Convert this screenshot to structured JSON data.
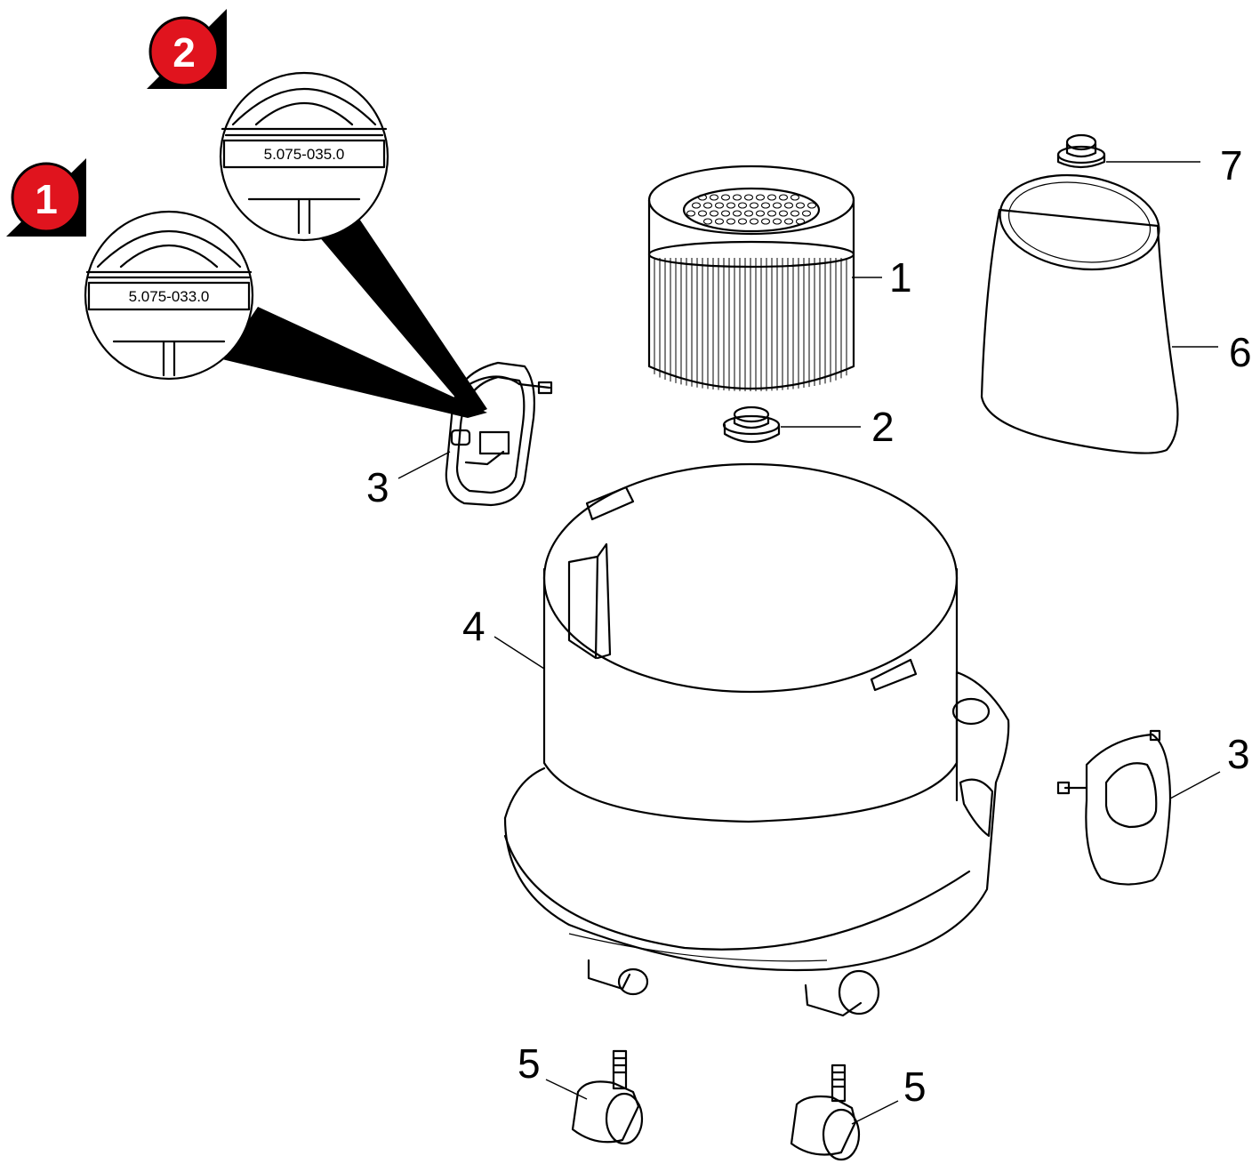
{
  "callouts": {
    "filter_cartridge": "1",
    "filter_plug": "2",
    "handle_left": "3",
    "container": "4",
    "caster_left": "5",
    "caster_right": "5",
    "filter_bag": "6",
    "bag_cap": "7",
    "handle_right": "3"
  },
  "variants": [
    {
      "badge": "1",
      "part_number": "5.075-033.0"
    },
    {
      "badge": "2",
      "part_number": "5.075-035.0"
    }
  ],
  "colors": {
    "badge_red": "#e0141e",
    "badge_shadow": "#000000",
    "line": "#000000"
  }
}
